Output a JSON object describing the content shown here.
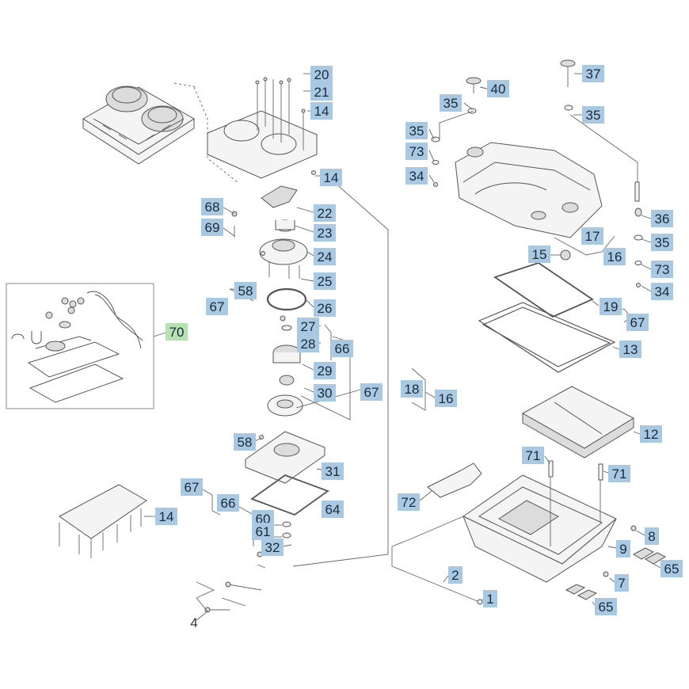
{
  "labels": [
    {
      "id": "l20a",
      "text": "20",
      "style": "box"
    },
    {
      "id": "l21",
      "text": "21",
      "style": "box"
    },
    {
      "id": "l14a",
      "text": "14",
      "style": "box"
    },
    {
      "id": "l14b",
      "text": "14",
      "style": "box"
    },
    {
      "id": "l68",
      "text": "68",
      "style": "box"
    },
    {
      "id": "l69",
      "text": "69",
      "style": "box"
    },
    {
      "id": "l22",
      "text": "22",
      "style": "box"
    },
    {
      "id": "l23",
      "text": "23",
      "style": "box"
    },
    {
      "id": "l24",
      "text": "24",
      "style": "box"
    },
    {
      "id": "l25",
      "text": "25",
      "style": "box"
    },
    {
      "id": "l58a",
      "text": "58",
      "style": "box"
    },
    {
      "id": "l67a",
      "text": "67",
      "style": "box"
    },
    {
      "id": "l26",
      "text": "26",
      "style": "box"
    },
    {
      "id": "l27",
      "text": "27",
      "style": "box"
    },
    {
      "id": "l28",
      "text": "28",
      "style": "box"
    },
    {
      "id": "l66a",
      "text": "66",
      "style": "box"
    },
    {
      "id": "l29",
      "text": "29",
      "style": "box"
    },
    {
      "id": "l67b",
      "text": "67",
      "style": "box"
    },
    {
      "id": "l30",
      "text": "30",
      "style": "box"
    },
    {
      "id": "l18",
      "text": "18",
      "style": "box"
    },
    {
      "id": "l16a",
      "text": "16",
      "style": "box"
    },
    {
      "id": "l58b",
      "text": "58",
      "style": "box"
    },
    {
      "id": "l31",
      "text": "31",
      "style": "box"
    },
    {
      "id": "l67c",
      "text": "67",
      "style": "box"
    },
    {
      "id": "l66b",
      "text": "66",
      "style": "box"
    },
    {
      "id": "l64",
      "text": "64",
      "style": "box"
    },
    {
      "id": "l60",
      "text": "60",
      "style": "box"
    },
    {
      "id": "l61",
      "text": "61",
      "style": "box"
    },
    {
      "id": "l32",
      "text": "32",
      "style": "box"
    },
    {
      "id": "l14c",
      "text": "14",
      "style": "box"
    },
    {
      "id": "l70",
      "text": "70",
      "style": "green"
    },
    {
      "id": "l4",
      "text": "4",
      "style": "plain"
    },
    {
      "id": "l37",
      "text": "37",
      "style": "box"
    },
    {
      "id": "l40",
      "text": "40",
      "style": "box"
    },
    {
      "id": "l35a",
      "text": "35",
      "style": "box"
    },
    {
      "id": "l35b",
      "text": "35",
      "style": "box"
    },
    {
      "id": "l35c",
      "text": "35",
      "style": "box"
    },
    {
      "id": "l73a",
      "text": "73",
      "style": "box"
    },
    {
      "id": "l34a",
      "text": "34",
      "style": "box"
    },
    {
      "id": "l36",
      "text": "36",
      "style": "box"
    },
    {
      "id": "l35d",
      "text": "35",
      "style": "box"
    },
    {
      "id": "l73b",
      "text": "73",
      "style": "box"
    },
    {
      "id": "l34b",
      "text": "34",
      "style": "box"
    },
    {
      "id": "l17",
      "text": "17",
      "style": "box"
    },
    {
      "id": "l15",
      "text": "15",
      "style": "box"
    },
    {
      "id": "l16b",
      "text": "16",
      "style": "box"
    },
    {
      "id": "l19",
      "text": "19",
      "style": "box"
    },
    {
      "id": "l67d",
      "text": "67",
      "style": "box"
    },
    {
      "id": "l13",
      "text": "13",
      "style": "box"
    },
    {
      "id": "l12",
      "text": "12",
      "style": "box"
    },
    {
      "id": "l71a",
      "text": "71",
      "style": "box"
    },
    {
      "id": "l71b",
      "text": "71",
      "style": "box"
    },
    {
      "id": "l72",
      "text": "72",
      "style": "box"
    },
    {
      "id": "l8",
      "text": "8",
      "style": "box"
    },
    {
      "id": "l9",
      "text": "9",
      "style": "box"
    },
    {
      "id": "l65a",
      "text": "65",
      "style": "box"
    },
    {
      "id": "l2",
      "text": "2",
      "style": "box"
    },
    {
      "id": "l7",
      "text": "7",
      "style": "box"
    },
    {
      "id": "l1",
      "text": "1",
      "style": "box"
    },
    {
      "id": "l65b",
      "text": "65",
      "style": "box"
    }
  ]
}
